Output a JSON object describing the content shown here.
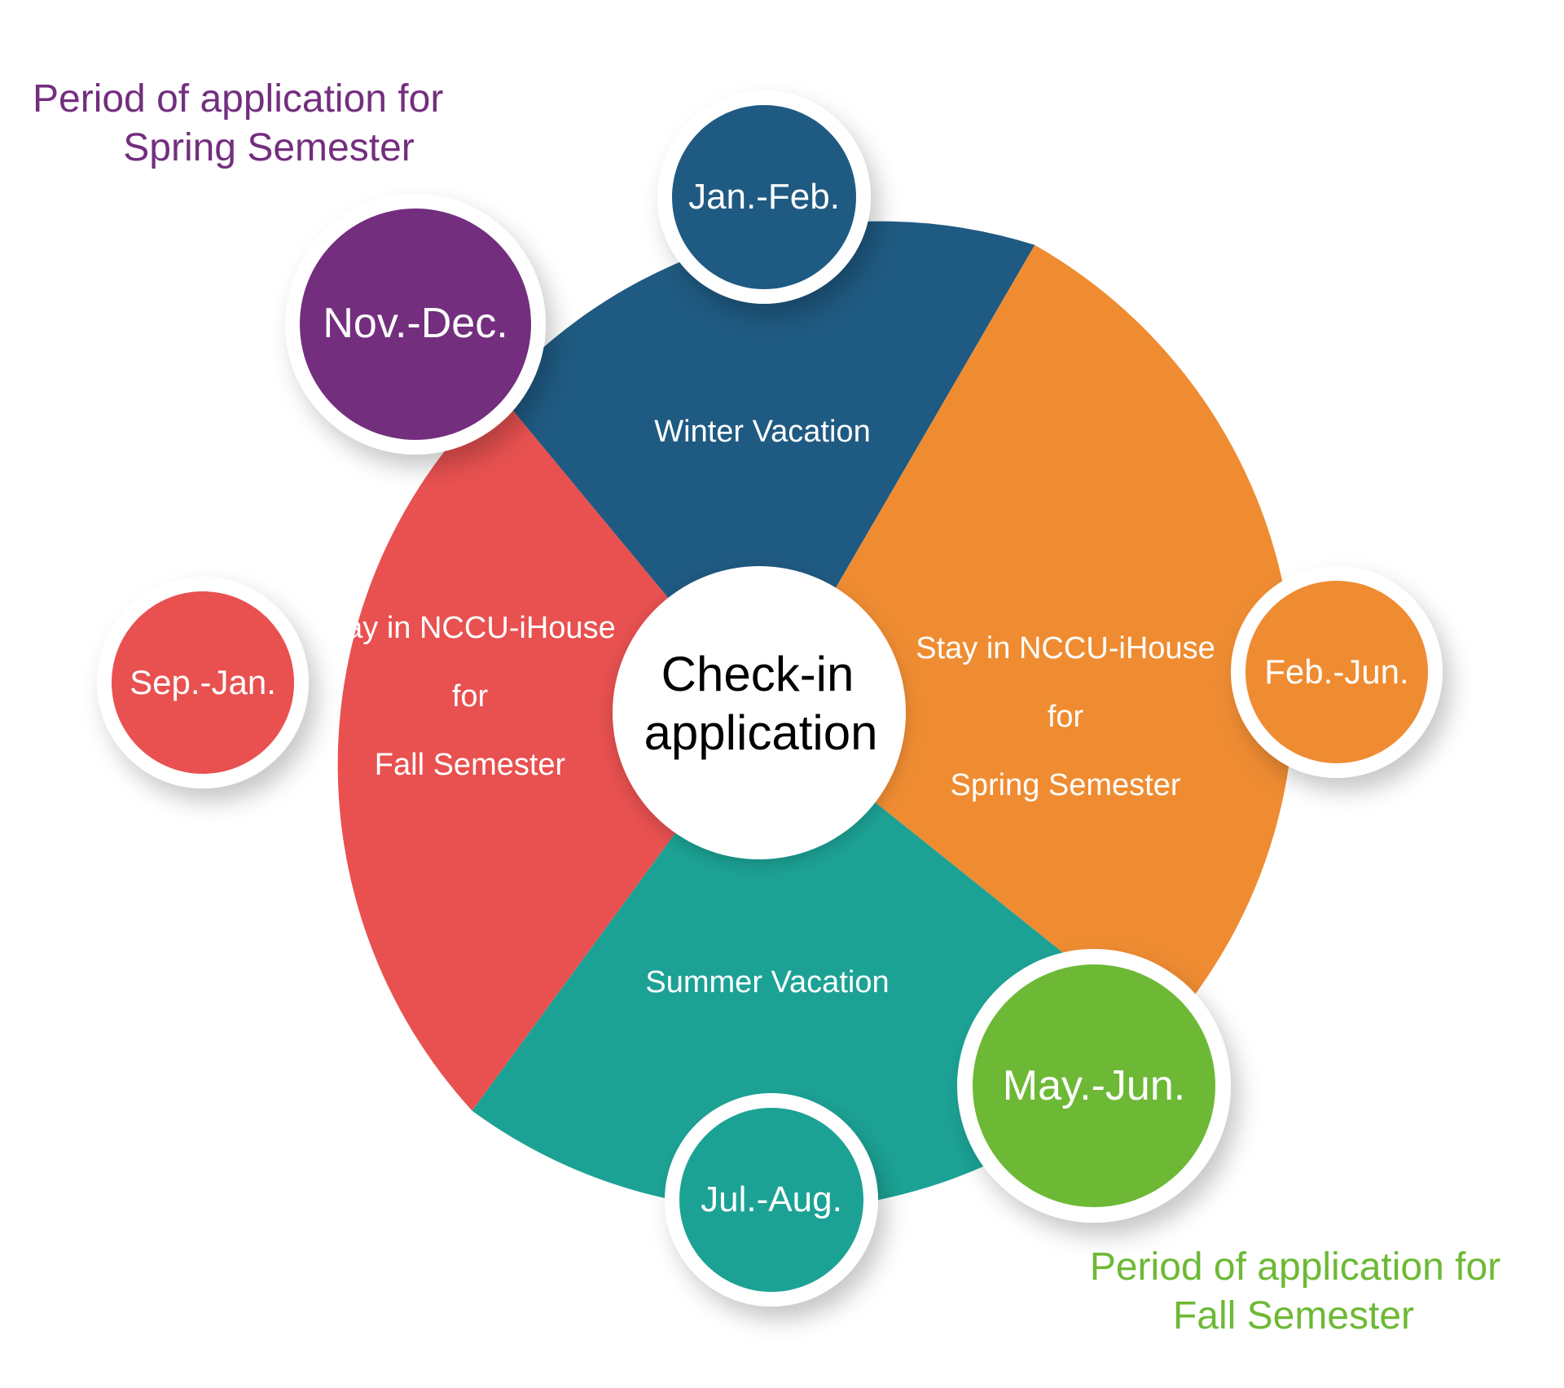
{
  "center": {
    "line1": "Check-in",
    "line2": "application"
  },
  "segments": {
    "winter": {
      "label": "Winter Vacation",
      "color": "#1f5a82"
    },
    "spring": {
      "line1": "Stay in NCCU-iHouse",
      "line2": "for",
      "line3": "Spring Semester",
      "color": "#ef8c32"
    },
    "summer": {
      "label": "Summer Vacation",
      "color": "#1ca295"
    },
    "fall": {
      "line1": "Stay in NCCU-iHouse",
      "line2": "for",
      "line3": "Fall Semester",
      "color": "#e85150"
    }
  },
  "bubbles": {
    "jan_feb": {
      "label": "Jan.-Feb.",
      "color": "#1f5a82"
    },
    "nov_dec": {
      "label": "Nov.-Dec.",
      "color": "#732e7e"
    },
    "sep_jan": {
      "label": "Sep.-Jan.",
      "color": "#e85150"
    },
    "feb_jun": {
      "label": "Feb.-Jun.",
      "color": "#ef8c32"
    },
    "may_jun": {
      "label": "May.-Jun.",
      "color": "#6db935"
    },
    "jul_aug": {
      "label": "Jul.-Aug.",
      "color": "#1ca295"
    }
  },
  "captions": {
    "spring_application": {
      "line1": "Period of application for",
      "line2": "Spring Semester",
      "color": "#732e7e"
    },
    "fall_application": {
      "line1": "Period of application for",
      "line2": "Fall Semester",
      "color": "#6db935"
    }
  }
}
